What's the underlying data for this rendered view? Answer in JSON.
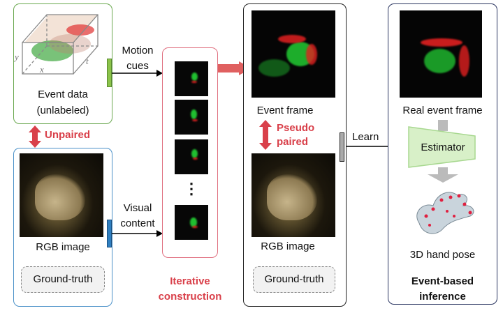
{
  "event_data": {
    "line1": "Event data",
    "line2": "(unlabeled)",
    "axes": {
      "x": "x",
      "y": "y",
      "t": "t"
    }
  },
  "unpaired": "Unpaired",
  "rgb_left": {
    "label": "RGB image",
    "gt": "Ground-truth"
  },
  "motion_cues": {
    "line1": "Motion",
    "line2": "cues"
  },
  "visual_content": {
    "line1": "Visual",
    "line2": "content"
  },
  "iterative": {
    "line1": "Iterative",
    "line2": "construction",
    "dots": "⋮"
  },
  "pseudo": {
    "event_frame": "Event frame",
    "line1": "Pseudo",
    "line2": "paired",
    "rgb": "RGB image",
    "gt": "Ground-truth"
  },
  "learn": "Learn",
  "inference": {
    "real_event": "Real event frame",
    "estimator": "Estimator",
    "pose": "3D hand pose",
    "line1": "Event-based",
    "line2": "inference"
  },
  "colors": {
    "green": "#6aa84f",
    "blue": "#4a90c8",
    "red": "#d9404a",
    "navy": "#2a3560"
  }
}
